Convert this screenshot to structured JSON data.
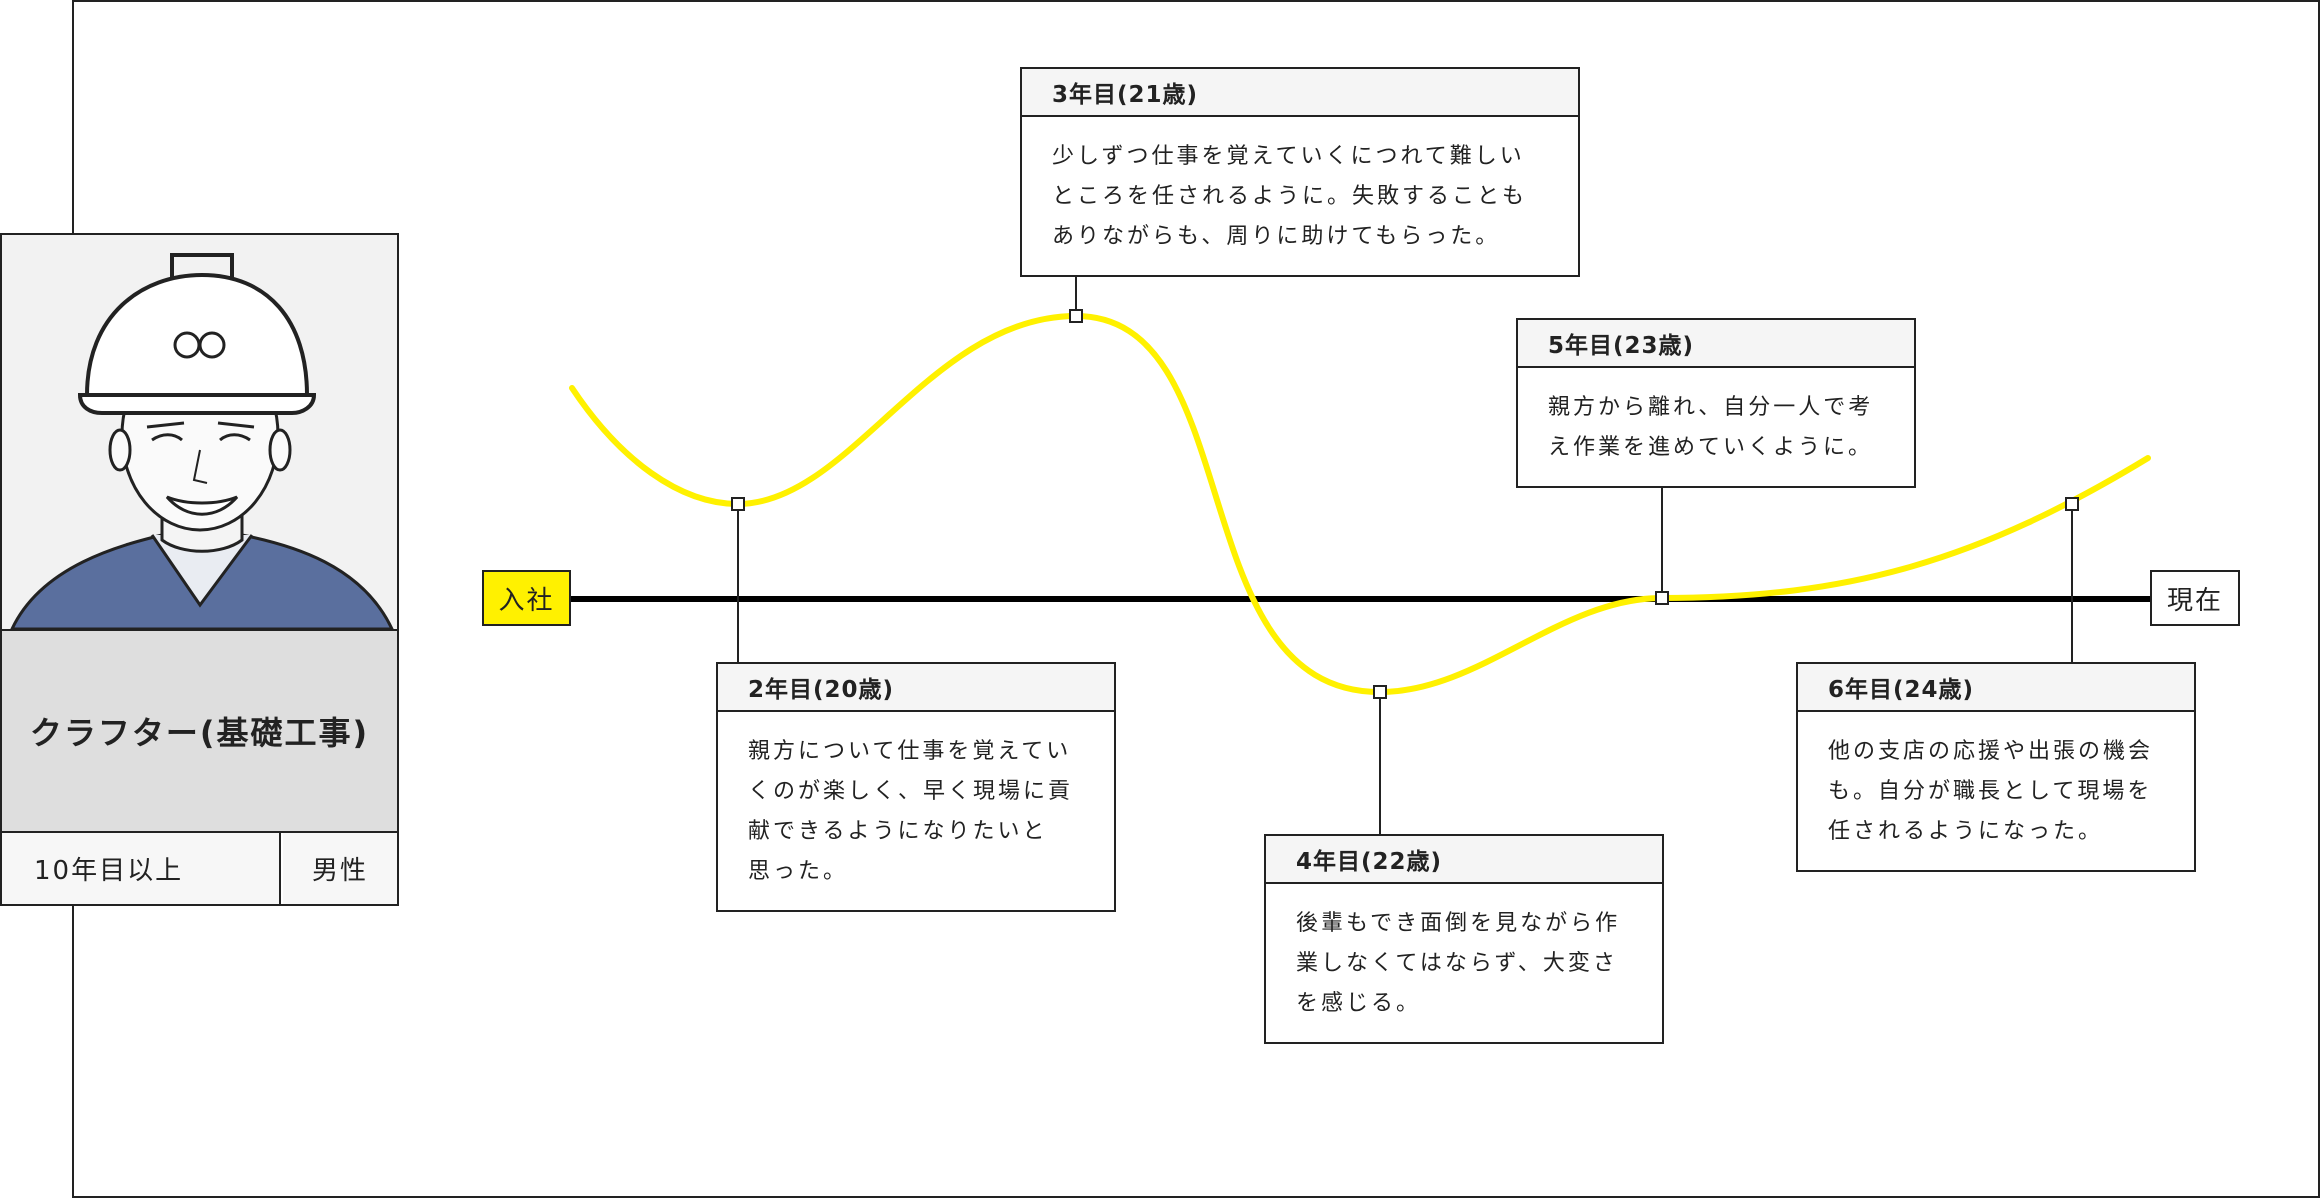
{
  "profile": {
    "job_title": "クラフター(基礎工事)",
    "tenure": "10年目以上",
    "gender": "男性",
    "portrait_icon": "worker-portrait-icon"
  },
  "timeline": {
    "start_label": "入社",
    "end_label": "現在",
    "curve_color": "#fff100",
    "accent_color": "#fff100",
    "events": [
      {
        "heading": "2年目(20歳)",
        "text": "親方について仕事を覚えてい\nくのが楽しく、早く現場に貢\n献できるようになりたいと\n思った。"
      },
      {
        "heading": "3年目(21歳)",
        "text": "少しずつ仕事を覚えていくにつれて難しい\nところを任されるように。失敗することも\nありながらも、周りに助けてもらった。"
      },
      {
        "heading": "4年目(22歳)",
        "text": "後輩もでき面倒を見ながら作\n業しなくてはならず、大変さ\nを感じる。"
      },
      {
        "heading": "5年目(23歳)",
        "text": "親方から離れ、自分一人で考\nえ作業を進めていくように。"
      },
      {
        "heading": "6年目(24歳)",
        "text": "他の支店の応援や出張の機会\nも。自分が職長として現場を\n任されるようになった。"
      }
    ]
  }
}
